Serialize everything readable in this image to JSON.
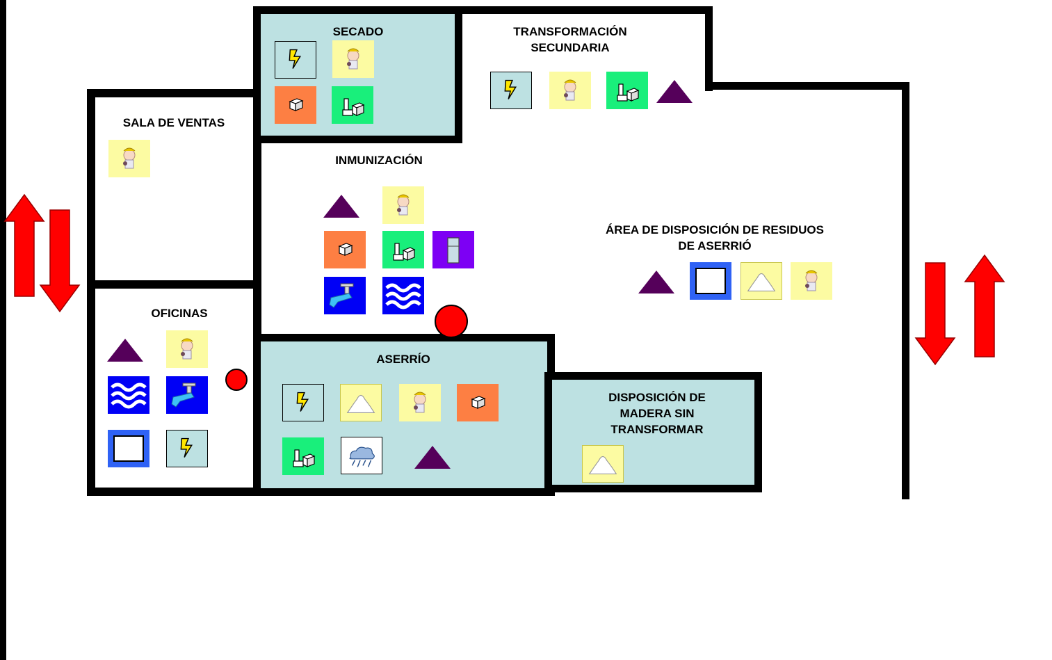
{
  "rooms": {
    "secado": "SECADO",
    "transformacion_1": "TRANSFORMACIÓN",
    "transformacion_2": "SECUNDARIA",
    "sala_ventas": "SALA DE VENTAS",
    "inmunizacion": "INMUNIZACIÓN",
    "area_residuos_1": "ÁREA DE DISPOSICIÓN DE RESIDUOS",
    "area_residuos_2": "DE ASERRIÓ",
    "oficinas": "OFICINAS",
    "aserrio": "ASERRÍO",
    "disposicion_1": "DISPOSICIÓN DE",
    "disposicion_2": "MADERA SIN",
    "disposicion_3": "TRANSFORMAR"
  },
  "colors": {
    "room_fill": "#bde1e2",
    "wall": "#000000",
    "arrow": "#ff0000",
    "triangle": "#55005a",
    "marker_dot": "#ff0000"
  },
  "icons": {
    "secado": [
      "energy-icon",
      "worker-icon",
      "box-icon",
      "machine-icon"
    ],
    "transformacion_secundaria": [
      "energy-icon",
      "worker-icon",
      "machine-icon",
      "triangle-icon"
    ],
    "sala_ventas": [
      "worker-icon"
    ],
    "inmunizacion": [
      "triangle-icon",
      "worker-icon",
      "box-icon",
      "machine-icon",
      "container-icon",
      "water-tap-icon",
      "waves-icon"
    ],
    "area_residuos": [
      "triangle-icon",
      "frame-icon",
      "pile-icon",
      "worker-icon"
    ],
    "oficinas": [
      "triangle-icon",
      "worker-icon",
      "waves-icon",
      "water-tap-icon",
      "frame-icon",
      "energy-icon"
    ],
    "aserrio": [
      "energy-icon",
      "pile-icon",
      "worker-icon",
      "box-icon",
      "machine-icon",
      "rain-cloud-icon",
      "triangle-icon"
    ],
    "disposicion_madera": [
      "pile-icon"
    ]
  }
}
